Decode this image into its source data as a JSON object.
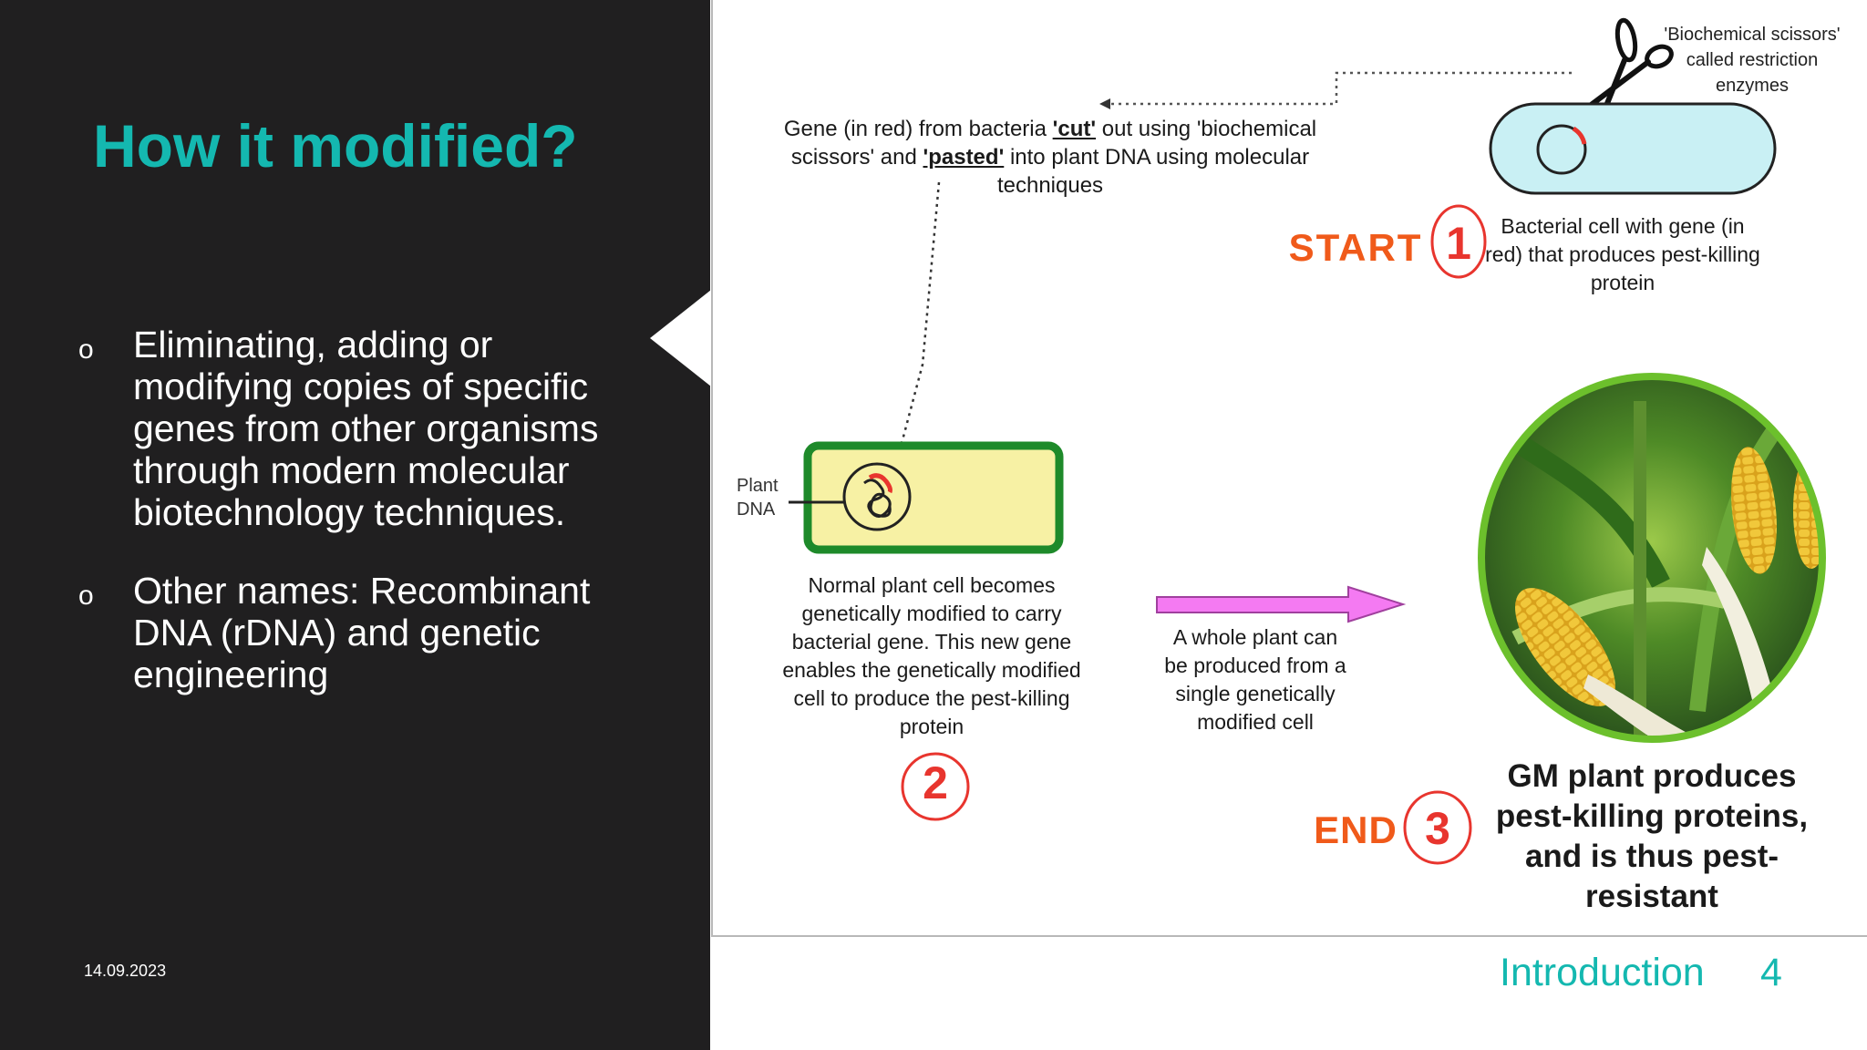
{
  "slide": {
    "title": "How it modified?",
    "bullets": [
      "Eliminating, adding or modifying copies of specific genes from other organisms through modern molecular biotechnology techniques.",
      "Other names: Recombinant DNA (rDNA) and genetic engineering"
    ],
    "bullet_marker": "o",
    "date": "14.09.2023",
    "footer_section": "Introduction",
    "page_number": "4"
  },
  "diagram": {
    "scissors_label": [
      "'Biochemical scissors'",
      "called restriction",
      "enzymes"
    ],
    "gene_cut_text": {
      "line1_pre": "Gene (in red) from bacteria ",
      "cut": "'cut'",
      "line1_post": " out using 'biochemical",
      "line2_pre": "scissors' and ",
      "pasted": "'pasted'",
      "line2_post": " into plant DNA using molecular",
      "line3": "techniques"
    },
    "start_label": "START",
    "step1_number": "1",
    "bacterial_cell_text": [
      "Bacterial cell with gene (in",
      "red) that produces pest-killing",
      "protein"
    ],
    "plant_dna_label": [
      "Plant",
      "DNA"
    ],
    "normal_cell_text": [
      "Normal plant cell becomes",
      "genetically modified to carry",
      "bacterial gene. This new gene",
      "enables the genetically modified",
      "cell to produce the pest-killing",
      "protein"
    ],
    "step2_number": "2",
    "whole_plant_text": [
      "A whole plant can",
      "be produced from a",
      "single genetically",
      "modified cell"
    ],
    "end_label": "END",
    "step3_number": "3",
    "gm_plant_text": [
      "GM plant produces",
      "pest-killing proteins,",
      "and is thus pest-",
      "resistant"
    ]
  },
  "colors": {
    "left_panel": "#201f20",
    "accent_teal": "#14b8b0",
    "step_orange": "#f05a1a",
    "step_circle_red": "#e8352e",
    "bacterium_fill": "#c9f0f4",
    "plant_cell_fill": "#f7f1a4",
    "plant_cell_border": "#1e8a2a",
    "arrow_pink": "#f47af2"
  }
}
